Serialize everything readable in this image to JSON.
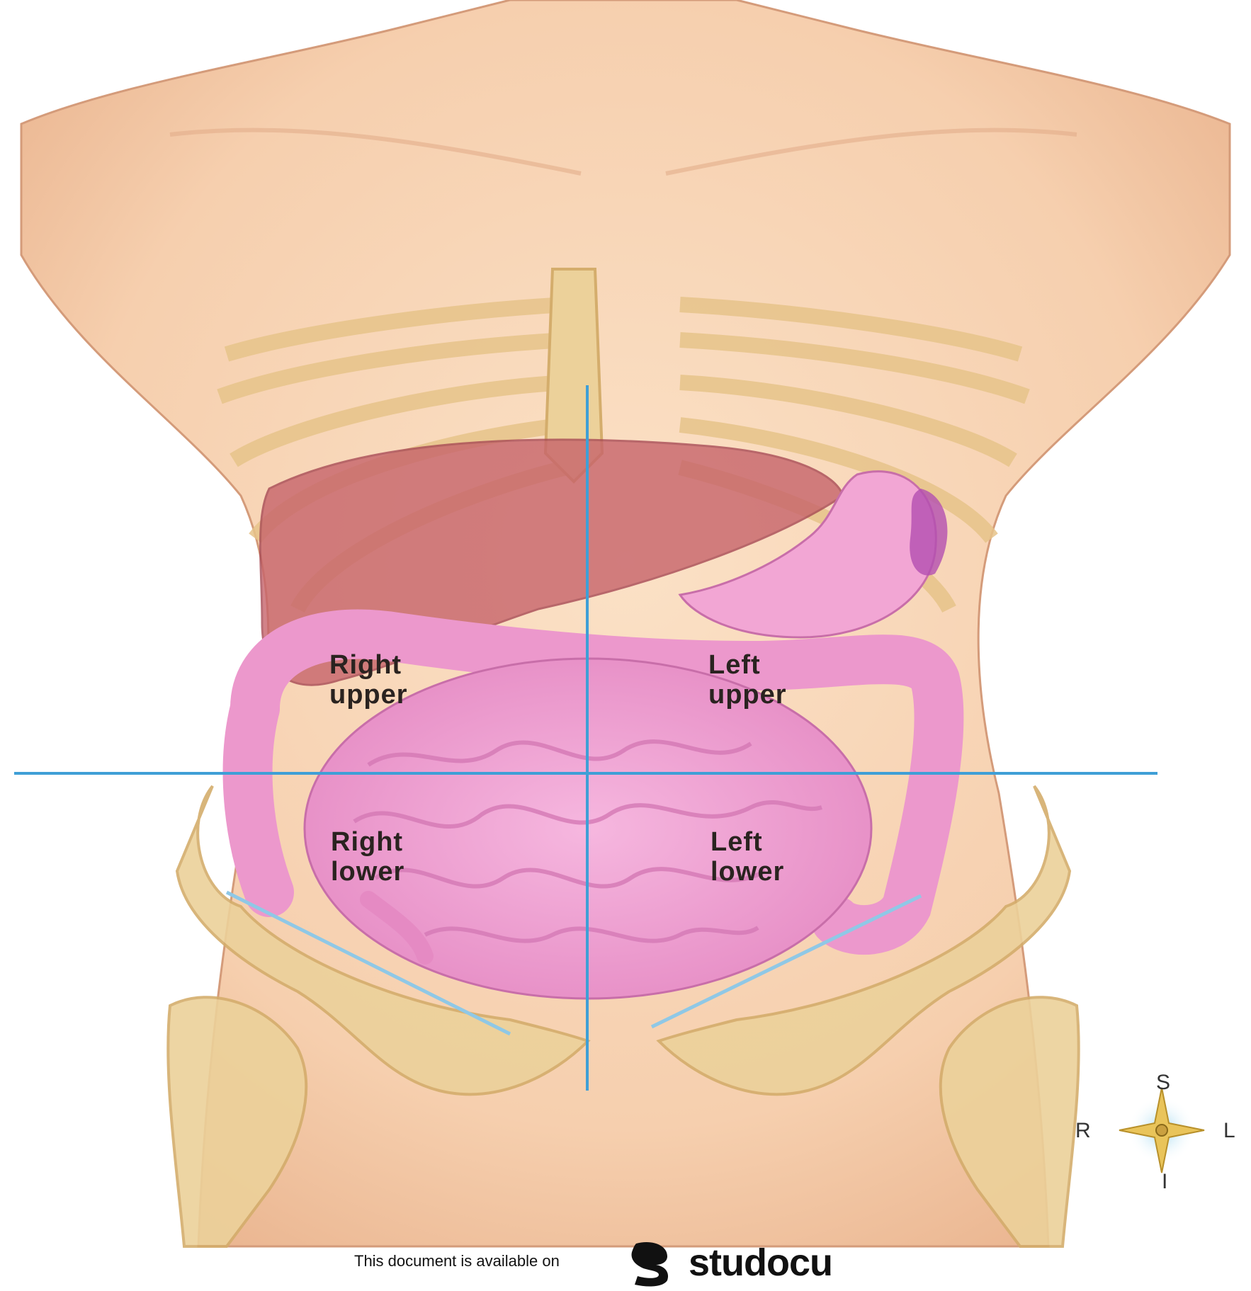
{
  "quadrants": {
    "right_upper": [
      "Right",
      "upper"
    ],
    "left_upper": [
      "Left",
      "upper"
    ],
    "right_lower": [
      "Right",
      "lower"
    ],
    "left_lower": [
      "Left",
      "lower"
    ]
  },
  "compass": {
    "superior": "S",
    "right": "R",
    "left": "L",
    "inferior": "I"
  },
  "footer": {
    "text": "This document is available on",
    "brand": "studocu"
  },
  "icons": [
    "compass-rose-icon",
    "studocu-logo-icon"
  ],
  "colors": {
    "skin": "#f6d2b2",
    "bone": "#ecd19a",
    "intestine": "#f0a3d2",
    "liver": "#c7646b",
    "divider_line": "#3f9fd6"
  }
}
